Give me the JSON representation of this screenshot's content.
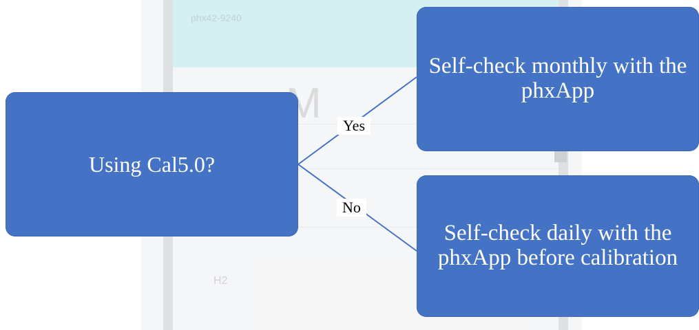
{
  "diagram": {
    "question": "Using Cal5.0?",
    "yes_label": "Yes",
    "no_label": "No",
    "yes_outcome": "Self-check monthly with the phxApp",
    "no_outcome": "Self-check daily with the phxApp before calibration",
    "box_color": "#4472c4",
    "line_color": "#4472c4"
  },
  "background": {
    "header_text": "phx42-9240",
    "large_letter": "M",
    "row_label": "H2"
  }
}
